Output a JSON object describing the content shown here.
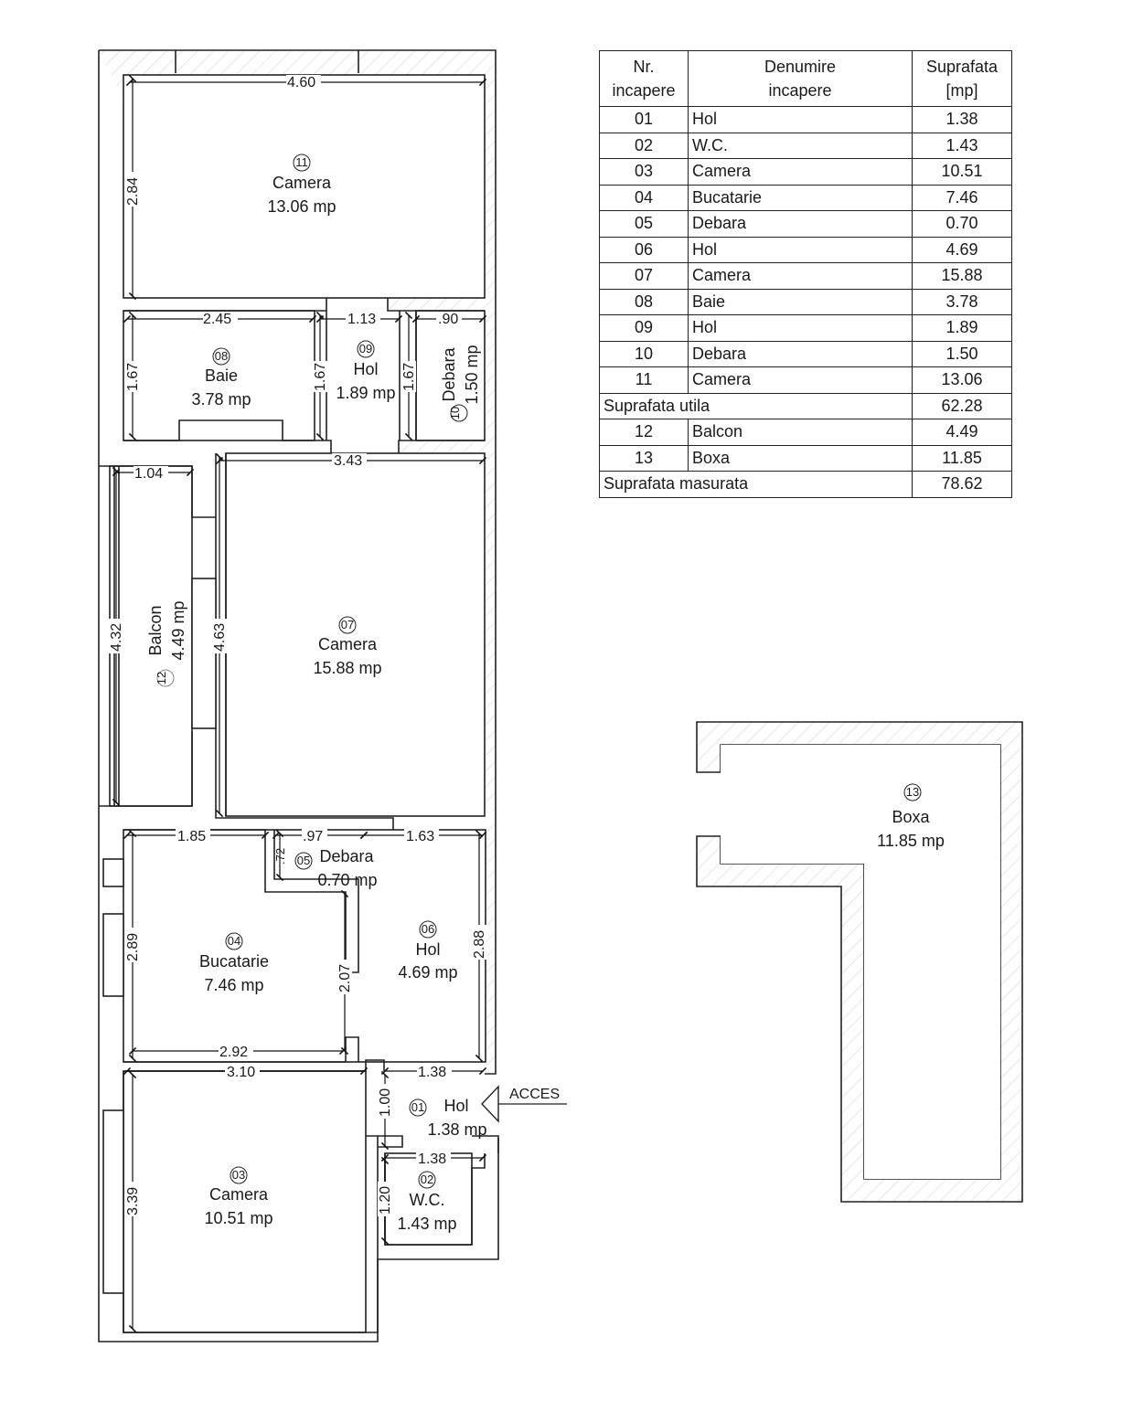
{
  "table": {
    "headers": {
      "nr": [
        "Nr.",
        "incapere"
      ],
      "name": [
        "Denumire",
        "incapere"
      ],
      "area": [
        "Suprafata",
        "[mp]"
      ]
    },
    "rows": [
      {
        "nr": "01",
        "name": "Hol",
        "area": "1.38"
      },
      {
        "nr": "02",
        "name": "W.C.",
        "area": "1.43"
      },
      {
        "nr": "03",
        "name": "Camera",
        "area": "10.51"
      },
      {
        "nr": "04",
        "name": "Bucatarie",
        "area": "7.46"
      },
      {
        "nr": "05",
        "name": "Debara",
        "area": "0.70"
      },
      {
        "nr": "06",
        "name": "Hol",
        "area": "4.69"
      },
      {
        "nr": "07",
        "name": "Camera",
        "area": "15.88"
      },
      {
        "nr": "08",
        "name": "Baie",
        "area": "3.78"
      },
      {
        "nr": "09",
        "name": "Hol",
        "area": "1.89"
      },
      {
        "nr": "10",
        "name": "Debara",
        "area": "1.50"
      },
      {
        "nr": "11",
        "name": "Camera",
        "area": "13.06"
      }
    ],
    "subtotal_util": {
      "label": "Suprafata utila",
      "area": "62.28"
    },
    "extra_rows": [
      {
        "nr": "12",
        "name": "Balcon",
        "area": "4.49"
      },
      {
        "nr": "13",
        "name": "Boxa",
        "area": "11.85"
      }
    ],
    "total": {
      "label": "Suprafata masurata",
      "area": "78.62"
    }
  },
  "rooms": {
    "r01": {
      "num": "01",
      "name": "Hol",
      "area": "1.38 mp"
    },
    "r02": {
      "num": "02",
      "name": "W.C.",
      "area": "1.43 mp"
    },
    "r03": {
      "num": "03",
      "name": "Camera",
      "area": "10.51 mp"
    },
    "r04": {
      "num": "04",
      "name": "Bucatarie",
      "area": "7.46 mp"
    },
    "r05": {
      "num": "05",
      "name": "Debara",
      "area": "0.70 mp"
    },
    "r06": {
      "num": "06",
      "name": "Hol",
      "area": "4.69 mp"
    },
    "r07": {
      "num": "07",
      "name": "Camera",
      "area": "15.88 mp"
    },
    "r08": {
      "num": "08",
      "name": "Baie",
      "area": "3.78 mp"
    },
    "r09": {
      "num": "09",
      "name": "Hol",
      "area": "1.89 mp"
    },
    "r10": {
      "num": "10",
      "name": "Debara",
      "area": "1.50 mp"
    },
    "r11": {
      "num": "11",
      "name": "Camera",
      "area": "13.06 mp"
    },
    "r12": {
      "num": "12",
      "name": "Balcon",
      "area": "4.49 mp"
    },
    "r13": {
      "num": "13",
      "name": "Boxa",
      "area": "11.85 mp"
    }
  },
  "dims": {
    "d460": "4.60",
    "d284": "2.84",
    "d245": "2.45",
    "d113": "1.13",
    "d090": ".90",
    "d167a": "1.67",
    "d167b": "1.67",
    "d167c": "1.67",
    "d343": "3.43",
    "d104": "1.04",
    "d432": "4.32",
    "d463": "4.63",
    "d185": "1.85",
    "d097": ".97",
    "d163": "1.63",
    "d072": ".72",
    "d289": "2.89",
    "d207": "2.07",
    "d288": "2.88",
    "d292": "2.92",
    "d310": "3.10",
    "d138a": "1.38",
    "d100": "1.00",
    "d138b": "1.38",
    "d339": "3.39",
    "d120": "1.20"
  },
  "access": {
    "label": "ACCES"
  }
}
